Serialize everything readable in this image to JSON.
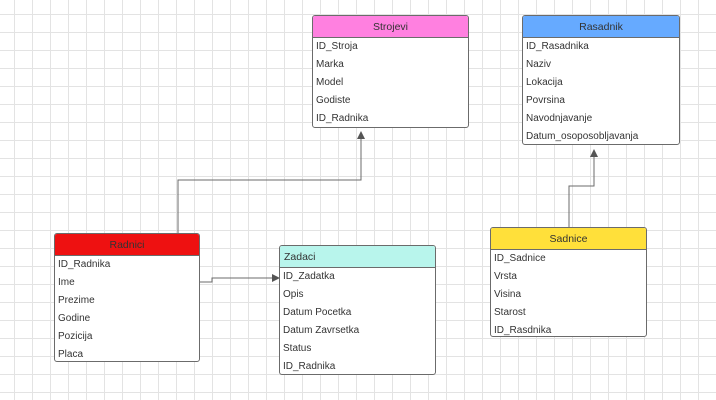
{
  "colors": {
    "strojevi_header": "#FF80E0",
    "rasadnik_header": "#66AAFF",
    "radnici_header": "#EE1111",
    "zadaci_header": "#B8F5EC",
    "sadnice_header": "#FFE03A",
    "connector": "#6b6b6b"
  },
  "entities": {
    "strojevi": {
      "title": "Strojevi",
      "fields": [
        "ID_Stroja",
        "Marka",
        "Model",
        "Godiste",
        "ID_Radnika"
      ]
    },
    "rasadnik": {
      "title": "Rasadnik",
      "fields": [
        "ID_Rasadnika",
        "Naziv",
        "Lokacija",
        "Povrsina",
        "Navodnjavanje",
        "Datum_osoposobljavanja"
      ]
    },
    "radnici": {
      "title": "Radnici",
      "fields": [
        "ID_Radnika",
        "Ime",
        "Prezime",
        "Godine",
        "Pozicija",
        "Placa"
      ]
    },
    "zadaci": {
      "title": "Zadaci",
      "fields": [
        "ID_Zadatka",
        "Opis",
        "Datum Pocetka",
        "Datum Zavrsetka",
        "Status",
        "ID_Radnika"
      ]
    },
    "sadnice": {
      "title": "Sadnice",
      "fields": [
        "ID_Sadnice",
        "Vrsta",
        "Visina",
        "Starost",
        "ID_Rasdnika"
      ]
    }
  },
  "connectors": [
    {
      "from": "radnici",
      "to": "strojevi"
    },
    {
      "from": "radnici",
      "to": "zadaci"
    },
    {
      "from": "sadnice",
      "to": "rasadnik"
    }
  ]
}
